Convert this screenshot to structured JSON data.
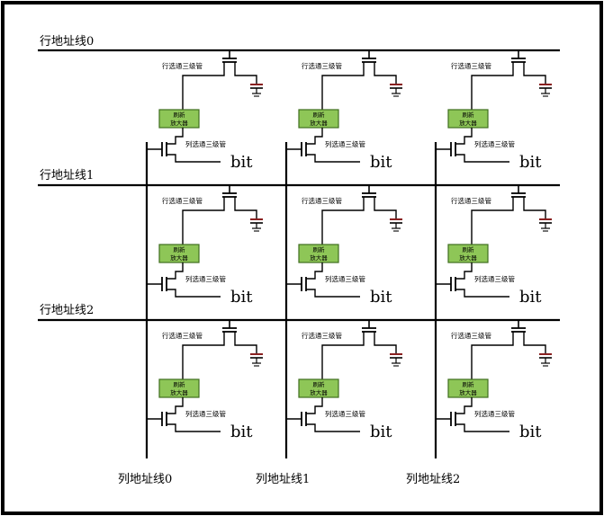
{
  "rows": [
    "行地址线0",
    "行地址线1",
    "行地址线2"
  ],
  "columns": [
    "列地址线0",
    "列地址线1",
    "列地址线2"
  ],
  "cell": {
    "row_transistor_label": "行选通三级管",
    "col_transistor_label": "列选通三级管",
    "amplifier_line1": "刷新",
    "amplifier_line2": "放大器",
    "bit_label": "bit"
  },
  "colors": {
    "amplifier_fill": "#8ec657",
    "amplifier_border": "#3f6e1f",
    "line": "#000000",
    "frame": "#000000",
    "capacitor_accent": "#8a2020"
  }
}
